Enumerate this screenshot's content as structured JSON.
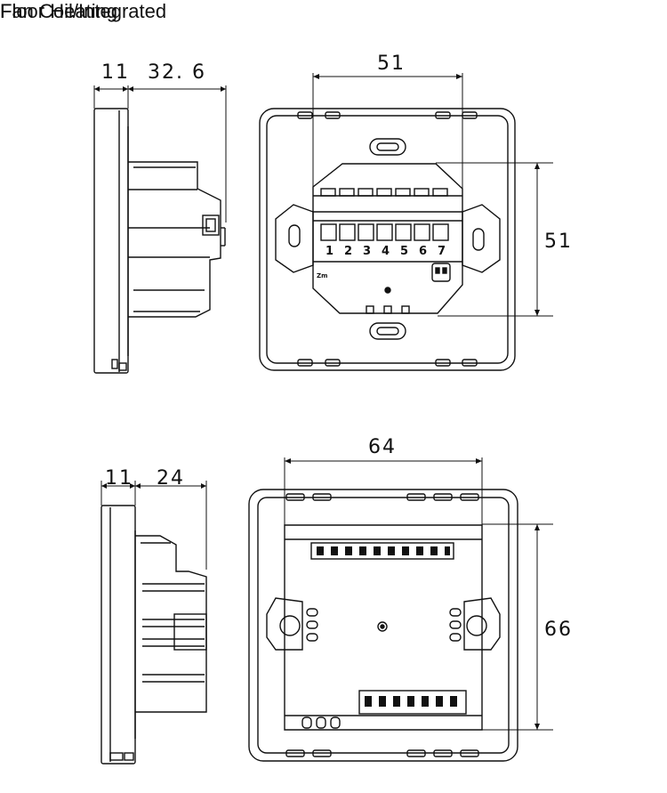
{
  "sections": [
    {
      "title": "Floor Heating",
      "dims": {
        "depth_front": "11",
        "depth_body": "32. 6",
        "width": "51",
        "height": "51"
      },
      "terminals": [
        "1",
        "2",
        "3",
        "4",
        "5",
        "6",
        "7"
      ],
      "marking": "Zm"
    },
    {
      "title": "Fan Coil/Integrated",
      "dims": {
        "depth_front": "11",
        "depth_body": "24",
        "width": "64",
        "height": "66"
      }
    }
  ]
}
